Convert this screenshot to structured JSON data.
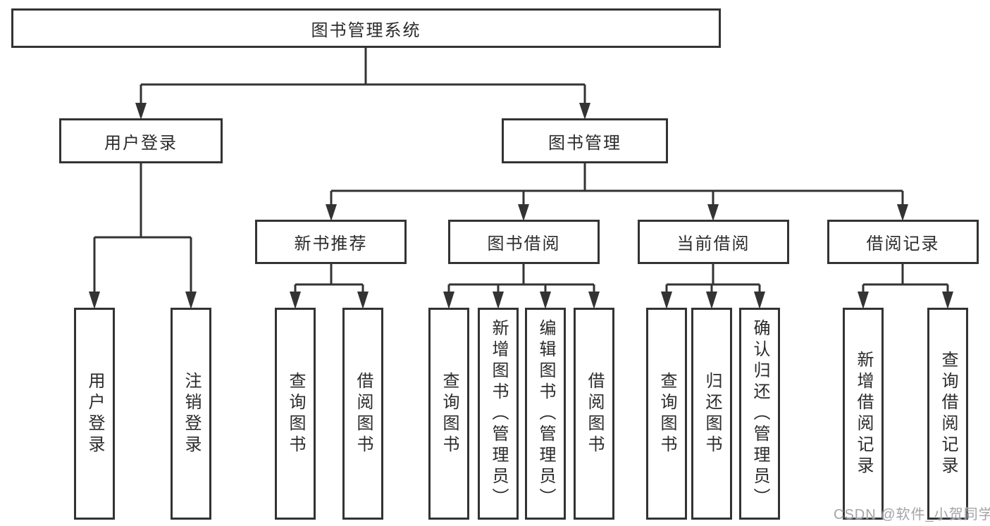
{
  "tree": {
    "root": "图书管理系统",
    "branches": [
      {
        "label": "用户登录",
        "children": [
          "用户登录",
          "注销登录"
        ]
      },
      {
        "label": "图书管理",
        "children": [
          {
            "label": "新书推荐",
            "children": [
              "查询图书",
              "借阅图书"
            ]
          },
          {
            "label": "图书借阅",
            "children": [
              "查询图书",
              "新增图书（管理员）",
              "编辑图书（管理员）",
              "借阅图书"
            ]
          },
          {
            "label": "当前借阅",
            "children": [
              "查询图书",
              "归还图书",
              "确认归还（管理员）"
            ]
          },
          {
            "label": "借阅记录",
            "children": [
              "新增借阅记录",
              "查询借阅记录"
            ]
          }
        ]
      }
    ]
  },
  "watermark": {
    "text": "CSDN @软件_小贺同学"
  },
  "colors": {
    "line": "#333333",
    "box_border": "#333333",
    "text": "#2b2b2b",
    "background": "#ffffff",
    "watermark": "#9e9ea4"
  }
}
